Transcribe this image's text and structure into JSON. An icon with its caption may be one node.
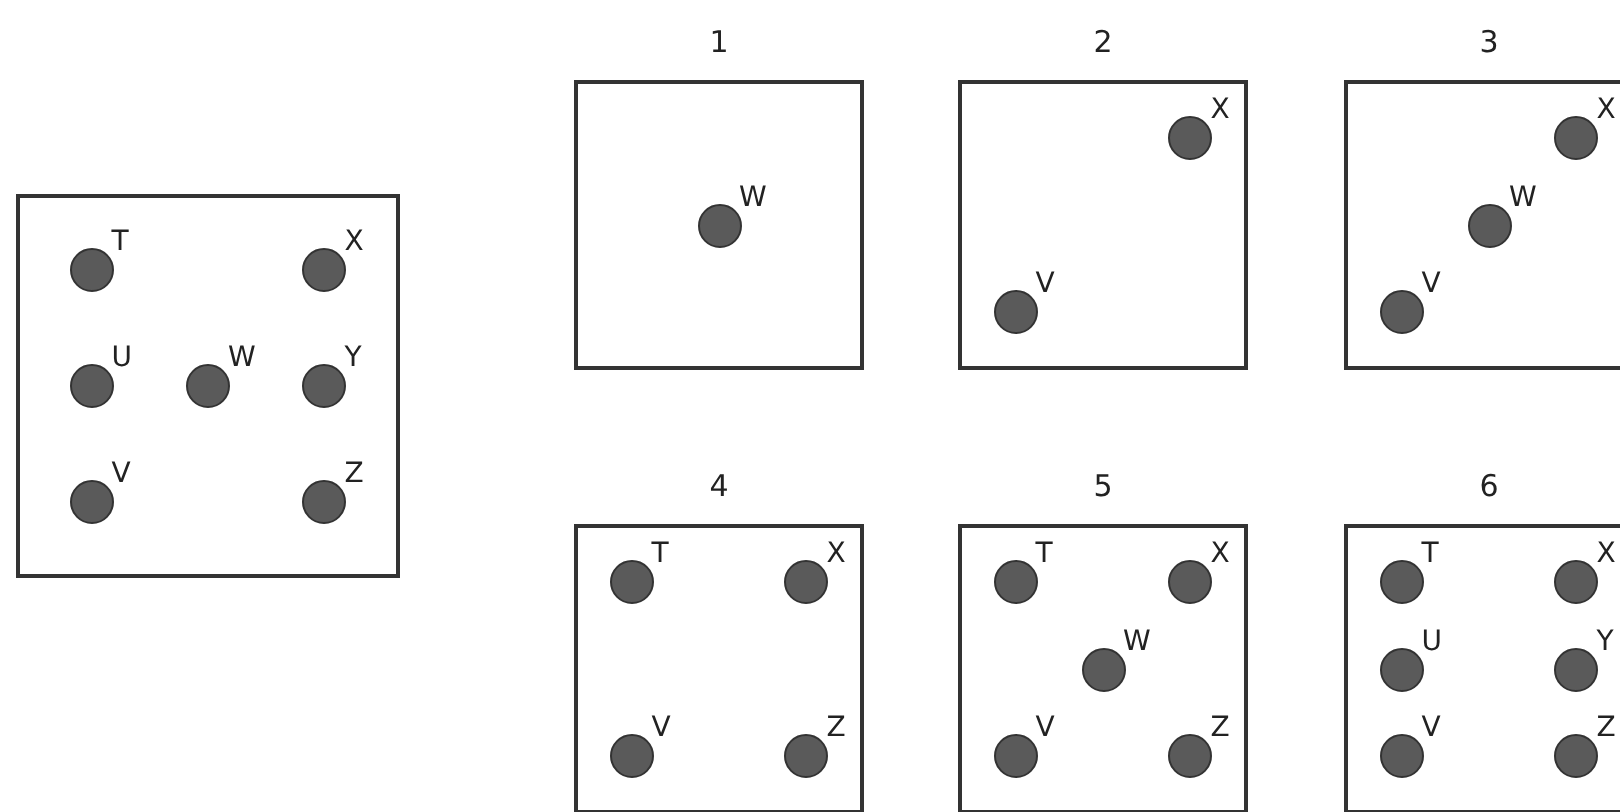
{
  "diagram": {
    "nodes": [
      {
        "text": [],
        "shape": "box"
      },
      {
        "text": [],
        "shape": "circle",
        "in": 0,
        "beside": [
          "T"
        ]
      },
      {
        "text": [],
        "shape": "circle",
        "in": 0,
        "beside": [
          "X"
        ]
      },
      {
        "text": [],
        "shape": "circle",
        "in": 0,
        "beside": [
          "U"
        ]
      },
      {
        "text": [],
        "shape": "circle",
        "in": 0,
        "beside": [
          "W"
        ]
      },
      {
        "text": [],
        "shape": "circle",
        "in": 0,
        "beside": [
          "Y"
        ]
      },
      {
        "text": [],
        "shape": "circle",
        "in": 0,
        "beside": [
          "V"
        ]
      },
      {
        "text": [],
        "shape": "circle",
        "in": 0,
        "beside": [
          "Z"
        ]
      },
      {
        "text": [
          "1"
        ]
      },
      {
        "text": [],
        "shape": "circle",
        "in": 8,
        "beside": [
          "W"
        ]
      },
      {
        "text": [
          "2"
        ]
      },
      {
        "text": [],
        "shape": "circle",
        "in": 10,
        "beside": [
          "X"
        ]
      },
      {
        "text": [],
        "shape": "circle",
        "in": 10,
        "beside": [
          "V"
        ]
      },
      {
        "text": [
          "3"
        ]
      },
      {
        "text": [],
        "shape": "circle",
        "in": 13,
        "beside": [
          "X"
        ]
      },
      {
        "text": [],
        "shape": "circle",
        "in": 13,
        "beside": [
          "W"
        ]
      },
      {
        "text": [],
        "shape": "circle",
        "in": 13,
        "beside": [
          "V"
        ]
      },
      {
        "text": [
          "4"
        ]
      },
      {
        "text": [],
        "shape": "circle",
        "in": 17,
        "beside": [
          "T"
        ]
      },
      {
        "text": [],
        "shape": "circle",
        "in": 17,
        "beside": [
          "X"
        ]
      },
      {
        "text": [],
        "shape": "circle",
        "in": 17,
        "beside": [
          "V"
        ]
      },
      {
        "text": [],
        "shape": "circle",
        "in": 17,
        "beside": [
          "Z"
        ]
      },
      {
        "text": [
          "5"
        ]
      },
      {
        "text": [],
        "shape": "circle",
        "in": 22,
        "beside": [
          "T"
        ]
      },
      {
        "text": [],
        "shape": "circle",
        "in": 22,
        "beside": [
          "X"
        ]
      },
      {
        "text": [],
        "shape": "circle",
        "in": 22,
        "beside": [
          "W"
        ]
      },
      {
        "text": [],
        "shape": "circle",
        "in": 22,
        "beside": [
          "V"
        ]
      },
      {
        "text": [],
        "shape": "circle",
        "in": 22,
        "beside": [
          "Z"
        ]
      },
      {
        "text": [
          "6"
        ]
      },
      {
        "text": [],
        "shape": "circle",
        "in": 28,
        "beside": [
          "T"
        ]
      },
      {
        "text": [],
        "shape": "circle",
        "in": 28,
        "beside": [
          "X"
        ]
      },
      {
        "text": [],
        "shape": "circle",
        "in": 28,
        "beside": [
          "U"
        ]
      },
      {
        "text": [],
        "shape": "circle",
        "in": 28,
        "beside": [
          "Y"
        ]
      },
      {
        "text": [],
        "shape": "circle",
        "in": 28,
        "beside": [
          "V"
        ]
      },
      {
        "text": [],
        "shape": "circle",
        "in": 28,
        "beside": [
          "Z"
        ]
      }
    ]
  }
}
